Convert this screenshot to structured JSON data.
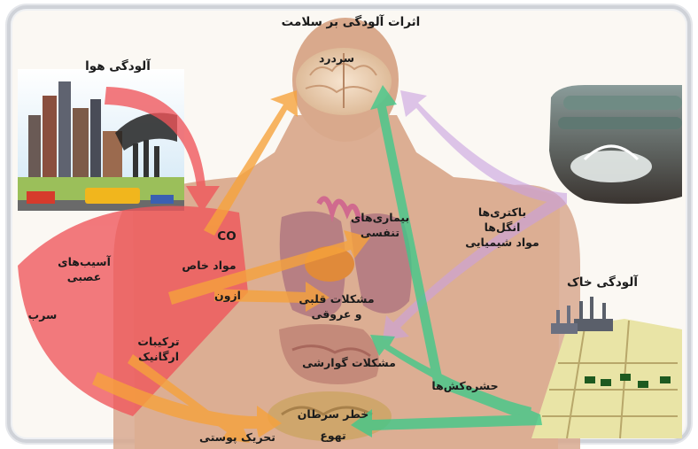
{
  "title": "اثرات آلودگی بر سلامت",
  "sources": {
    "air": "آلودگی هوا",
    "soil": "آلودگی خاک",
    "water_items": [
      "باکتری‌ها",
      "انگل‌ها",
      "مواد شیمیایی"
    ]
  },
  "pollutants": {
    "co": "CO",
    "particulate": "مواد خاص",
    "ozone": "ازون",
    "lead": "سرب",
    "organic": [
      "ترکیبات",
      "ارگانیک"
    ],
    "pesticides": "حشره‌کش‌ها"
  },
  "effects": {
    "headache": "سردرد",
    "respiratory": [
      "بیماری‌های",
      "تنفسی"
    ],
    "nerve": [
      "آسیب‌های",
      "عصبی"
    ],
    "heart": [
      "مشکلات قلبی",
      "و عروقی"
    ],
    "digestive": "مشکلات گوارشی",
    "cancer": "خطر سرطان",
    "nausea": "تهوع",
    "skin": "تحریک پوستی"
  },
  "colors": {
    "air_arrows": "#f0555a",
    "particle_arrows": "#f6a23c",
    "water_arrows": "#c9a0e0",
    "soil_arrows": "#3ec98a",
    "skin": "#e6b294"
  }
}
